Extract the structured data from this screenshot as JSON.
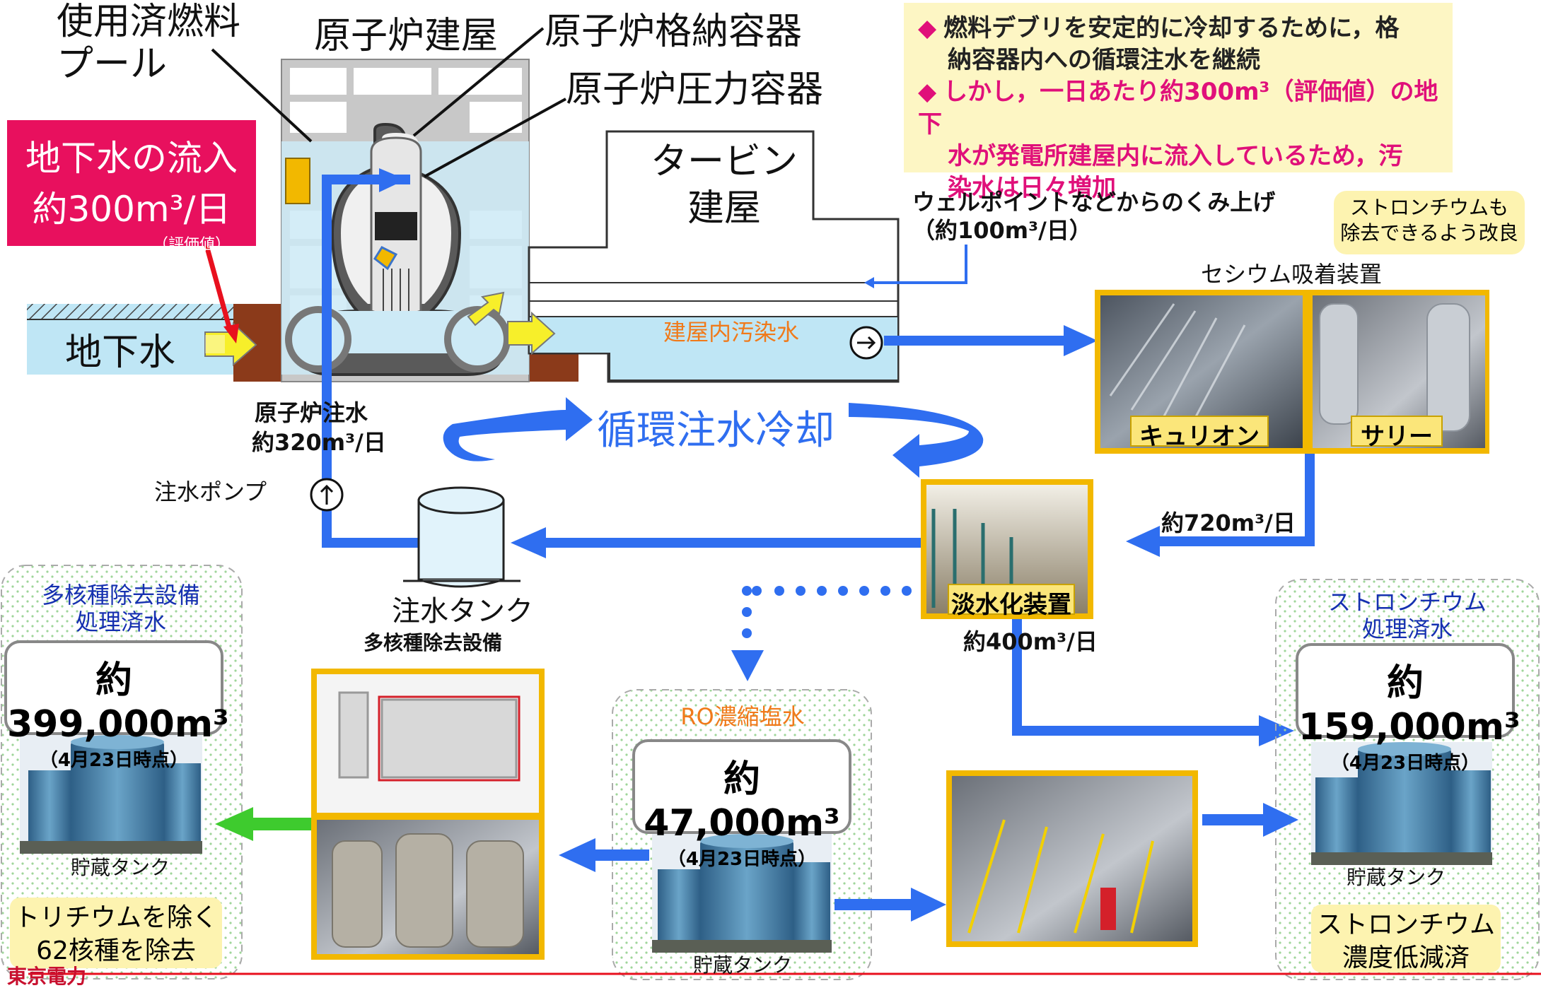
{
  "labels": {
    "spent_fuel_pool_1": "使用済燃料",
    "spent_fuel_pool_2": "プール",
    "reactor_building": "原子炉建屋",
    "containment": "原子炉格納容器",
    "pressure_vessel": "原子炉圧力容器",
    "turbine_1": "タービン",
    "turbine_2": "建屋",
    "groundwater": "地下水",
    "contaminated_water": "建屋内汚染水",
    "reactor_injection": "原子炉注水",
    "reactor_injection_amount": "約320m³/日",
    "circulation_cooling": "循環注水冷却",
    "injection_pump": "注水ポンプ",
    "injection_tank": "注水タンク",
    "wellpoint_1": "ウェルポイントなどからのくみ上げ",
    "wellpoint_2": "（約100m³/日）",
    "cesium_device": "セシウム吸着装置",
    "kurion": "キュリオン",
    "sarry": "サリー",
    "flow_720": "約720m³/日",
    "desalination": "淡水化装置",
    "flow_400": "約400m³/日",
    "alps": "多核種除去設備",
    "storage_tank_1": "貯蔵タンク",
    "storage_tank_2": "貯蔵タンク",
    "storage_tank_3": "貯蔵タンク"
  },
  "inflow": {
    "title": "地下水の流入",
    "amount": "約300m³/日",
    "note": "（評価値）"
  },
  "notes": {
    "line1": "燃料デブリを安定的に冷却するために，格",
    "line2": "納容器内への循環注水を継続",
    "line3": "しかし，一日あたり約300m³（評価値）の地下",
    "line4": "水が発電所建屋内に流入しているため，汚",
    "line5": "染水は日々増加"
  },
  "callout": {
    "line1": "ストロンチウムも",
    "line2": "除去できるよう改良"
  },
  "alps_water": {
    "title1": "多核種除去設備",
    "title2": "処理済水",
    "value": "約399,000m³",
    "date": "（4月23日時点）",
    "summary1": "トリチウムを除く",
    "summary2": "62核種を除去"
  },
  "ro_brine": {
    "title": "RO濃縮塩水",
    "value": "約47,000m³",
    "date": "（4月23日時点）"
  },
  "strontium_water": {
    "title1": "ストロンチウム",
    "title2": "処理済水",
    "value": "約159,000m³",
    "date": "（4月23日時点）",
    "summary1": "ストロンチウム",
    "summary2": "濃度低減済"
  },
  "footer": {
    "logo_text": "東京電力"
  },
  "colors": {
    "flow_blue": "#2f6ef0",
    "green_arrow": "#3ecb2e",
    "inflow_red": "#e8105e",
    "photo_frame": "#f2b800",
    "groundwater_blue": "#bfe6f5",
    "soil_brown": "#8b3a1a"
  },
  "icons": {
    "pump": "circle-arrow-up-icon",
    "transfer_pump": "circle-arrow-right-icon",
    "bullet": "diamond-icon"
  }
}
